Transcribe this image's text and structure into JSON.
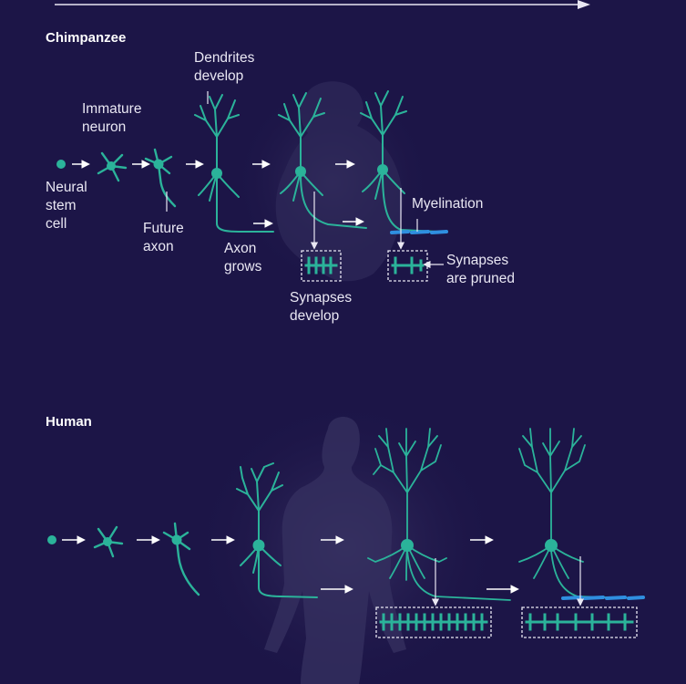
{
  "colors": {
    "background": "#1c1547",
    "neuron": "#2bb39a",
    "myelin": "#2f8fe0",
    "arrow": "#ffffff",
    "text": "#e9e7f3"
  },
  "chimpanzee": {
    "title": "Chimpanzee",
    "labels": {
      "neural_stem_cell": "Neural\nstem\ncell",
      "immature_neuron": "Immature\nneuron",
      "future_axon": "Future\naxon",
      "dendrites_develop": "Dendrites\ndevelop",
      "axon_grows": "Axon\ngrows",
      "synapses_develop": "Synapses\ndevelop",
      "myelination": "Myelination",
      "synapses_pruned": "Synapses\nare pruned"
    }
  },
  "human": {
    "title": "Human"
  },
  "icons": [
    "silhouette-chimpanzee-icon",
    "silhouette-human-icon",
    "neuron-icon",
    "synapse-icon",
    "time-arrow-icon"
  ]
}
